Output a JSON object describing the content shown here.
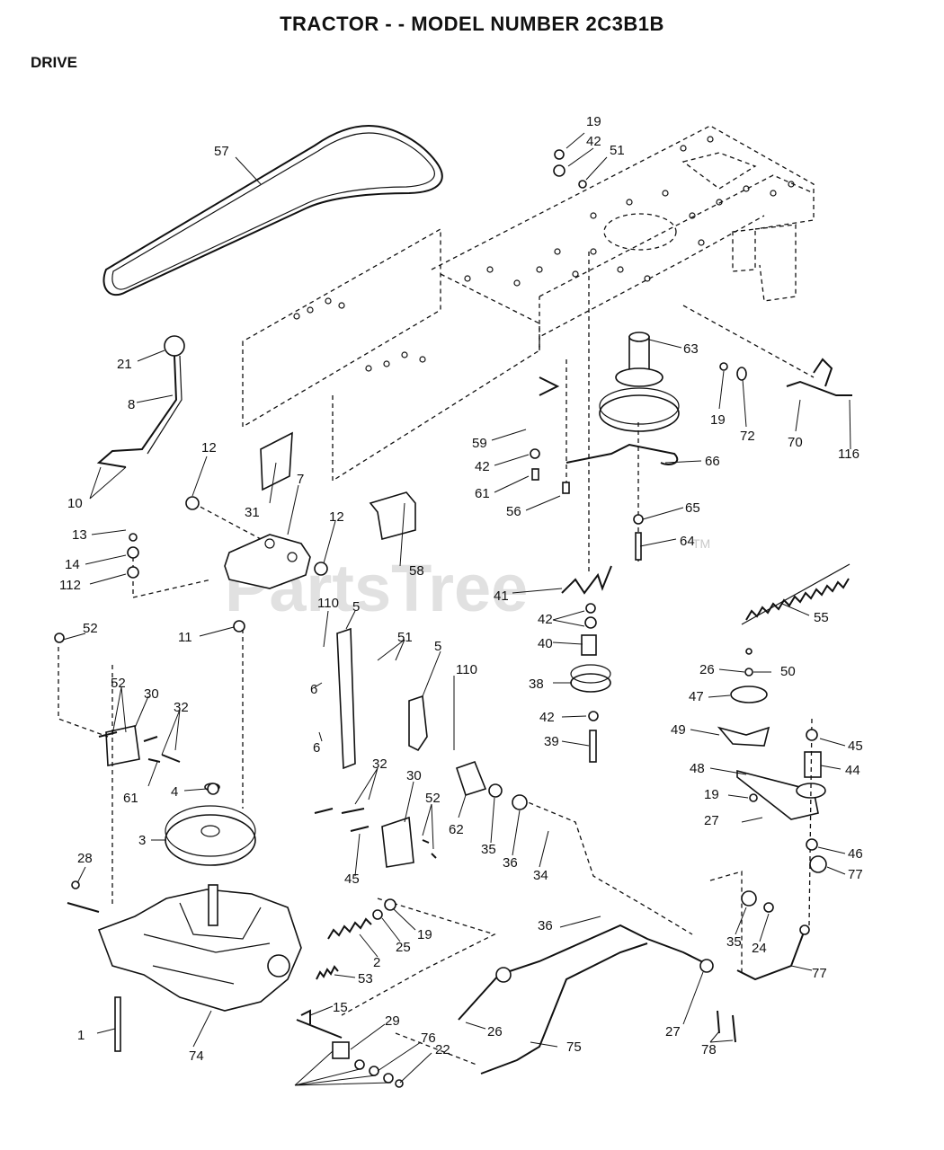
{
  "title": "TRACTOR - - MODEL NUMBER 2C3B1B",
  "section": "DRIVE",
  "watermark": "PartsTree",
  "watermark_tm": "TM",
  "callouts": [
    "57",
    "19",
    "42",
    "51",
    "63",
    "19",
    "72",
    "70",
    "116",
    "21",
    "8",
    "12",
    "10",
    "31",
    "7",
    "59",
    "42",
    "61",
    "56",
    "66",
    "65",
    "64",
    "13",
    "14",
    "112",
    "12",
    "58",
    "41",
    "55",
    "52",
    "11",
    "110",
    "5",
    "51",
    "5",
    "110",
    "42",
    "40",
    "26",
    "50",
    "47",
    "52",
    "30",
    "32",
    "6",
    "6",
    "38",
    "42",
    "39",
    "49",
    "45",
    "48",
    "44",
    "61",
    "4",
    "32",
    "30",
    "52",
    "19",
    "27",
    "3",
    "62",
    "35",
    "36",
    "34",
    "45",
    "46",
    "77",
    "28",
    "36",
    "35",
    "24",
    "19",
    "25",
    "2",
    "53",
    "77",
    "15",
    "1",
    "74",
    "29",
    "26",
    "27",
    "78",
    "76",
    "22",
    "75"
  ]
}
